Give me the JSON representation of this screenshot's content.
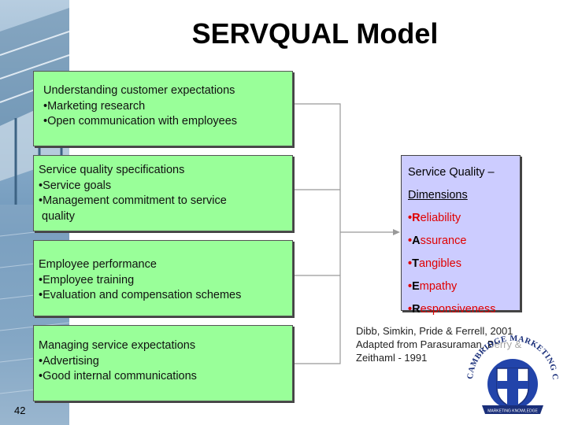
{
  "slide": {
    "title": "SERVQUAL Model",
    "page_number": "42"
  },
  "boxes": [
    {
      "lines": [
        "Understanding customer expectations",
        "•Marketing research",
        "•Open communication with employees"
      ]
    },
    {
      "lines": [
        "Service quality specifications",
        "•Service goals",
        "•Management commitment to service",
        " quality"
      ]
    },
    {
      "lines": [
        "Employee performance",
        "•Employee training",
        "•Evaluation and compensation schemes"
      ]
    },
    {
      "lines": [
        "Managing service expectations",
        "•Advertising",
        "•Good internal communications"
      ]
    }
  ],
  "service_quality": {
    "heading": "Service Quality –",
    "subheading": "Dimensions",
    "dimensions": [
      {
        "bullet": "•",
        "initial": "R",
        "rest": "eliability"
      },
      {
        "bullet": "•",
        "initial": "A",
        "rest": "ssurance"
      },
      {
        "bullet": "•",
        "initial": "T",
        "rest": "angibles"
      },
      {
        "bullet": "•",
        "initial": "E",
        "rest": "mpathy"
      },
      {
        "bullet": "•",
        "initial": "R",
        "rest": "esponsiveness"
      }
    ]
  },
  "reference": {
    "lines": [
      "Dibb, Simkin, Pride & Ferrell, 2001",
      "Adapted from Parasuraman, Berry &",
      "Zeithaml - 1991"
    ]
  },
  "logo": {
    "top_text": "CAMBRIDGE MARKETING COLLEGE",
    "ribbon_text": "MARKETING KNOWLEDGE",
    "colors": {
      "blue": "#2244aa",
      "navy": "#1a2f7a",
      "white": "#ffffff"
    }
  },
  "colors": {
    "box_fill": "#99ff99",
    "sq_fill": "#ccccff",
    "accent_red": "#e00000",
    "connector": "#999999"
  }
}
